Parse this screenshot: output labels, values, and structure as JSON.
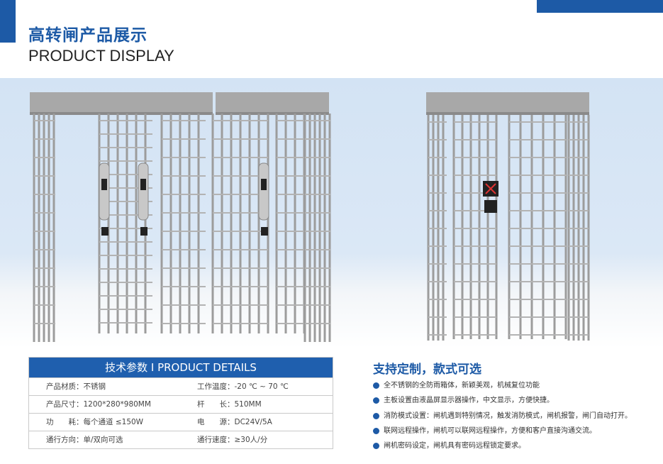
{
  "header": {
    "title_cn": "高转闸产品展示",
    "title_en": "PRODUCT DISPLAY"
  },
  "colors": {
    "brand": "#1d5aa6",
    "panel": "#d3e3f4",
    "frame": "#9a9a9a"
  },
  "specs": {
    "title": "技术参数 I PRODUCT DETAILS",
    "rows": [
      [
        "产品材质：不锈钢",
        "工作温度：-20 ℃ ~ 70 ℃"
      ],
      [
        "产品尺寸：1200*280*980MM",
        "杆　　长：510MM"
      ],
      [
        "功　　耗：每个通道 ≤150W",
        "电　　源：DC24V/5A"
      ],
      [
        "通行方向：单/双向可选",
        "通行速度：≥30人/分"
      ]
    ]
  },
  "features": {
    "title": "支持定制，款式可选",
    "items": [
      "全不锈钢的全防雨箱体，新颖美观，机械复位功能",
      "主板设置由液晶屏显示器操作，中文显示，方便快捷。",
      "消防模式设置：闸机遇到特别情况，触发消防模式，闸机报警，闸门自动打开。",
      "联网远程操作，闸机可以联网远程操作，方便和客户直接沟通交流。",
      "闸机密码设定，闸机具有密码远程锁定要求。"
    ]
  }
}
